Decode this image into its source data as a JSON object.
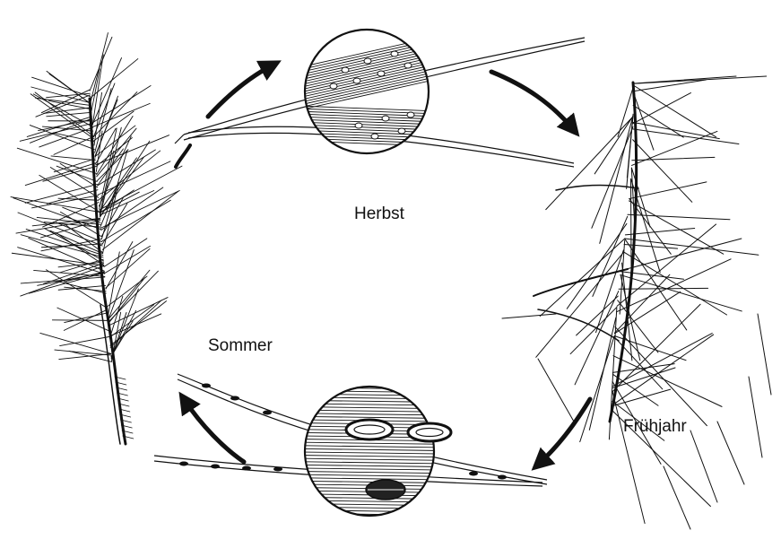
{
  "diagram": {
    "labels": {
      "autumn": "Herbst",
      "summer": "Sommer",
      "spring": "Frühjahr"
    },
    "ink_color": "#111111",
    "background": "#ffffff"
  }
}
